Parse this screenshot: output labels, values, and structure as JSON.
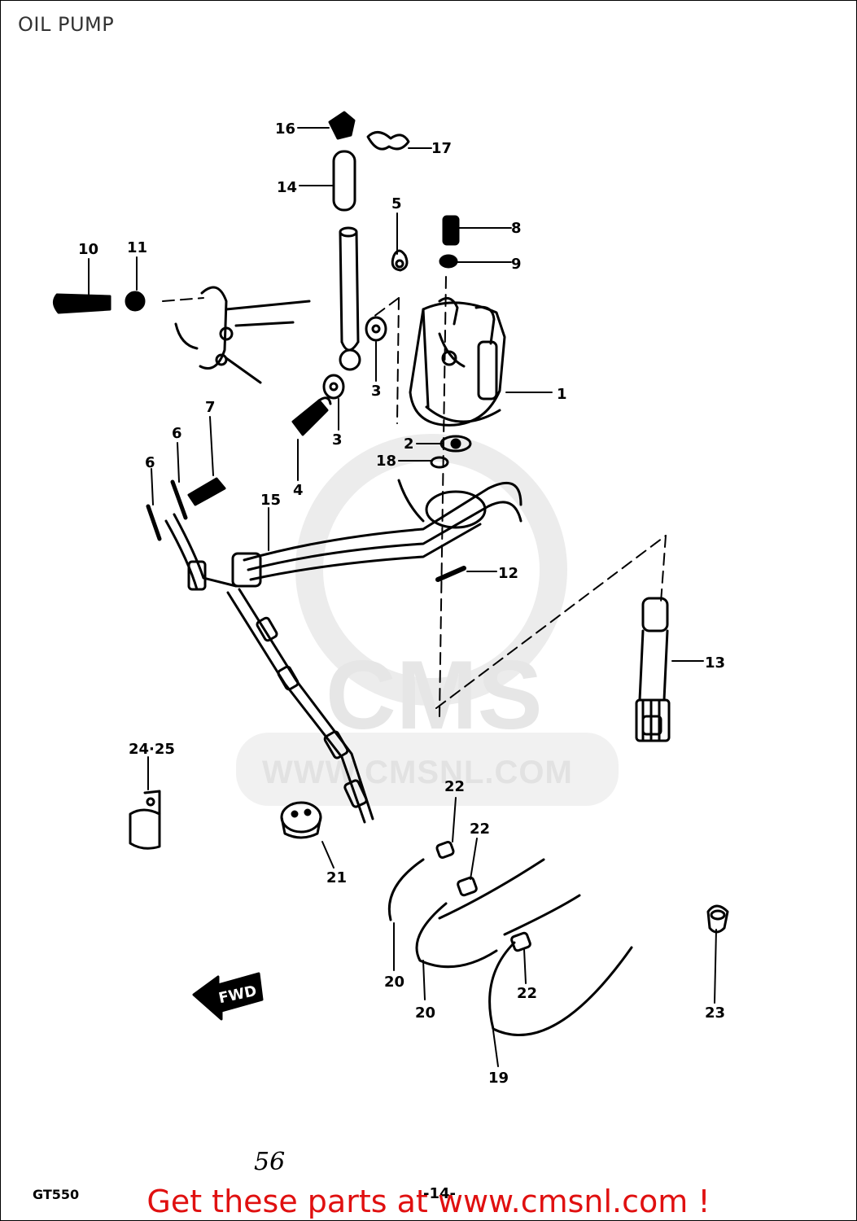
{
  "title": "OIL PUMP",
  "watermark": {
    "logo": "CMS",
    "url": "WWW.CMSNL.COM"
  },
  "callouts": [
    "1",
    "2",
    "3",
    "3",
    "4",
    "5",
    "6",
    "6",
    "7",
    "8",
    "9",
    "10",
    "11",
    "12",
    "13",
    "14",
    "15",
    "16",
    "17",
    "18",
    "19",
    "20",
    "20",
    "21",
    "22",
    "22",
    "22",
    "23",
    "24·25"
  ],
  "direction_arrow": "FWD",
  "handwritten_note": "56",
  "footer": {
    "model_code": "GT550",
    "page_number": "-14-",
    "cta": "Get these parts at www.cmsnl.com !",
    "cta_color": "#e01010"
  }
}
